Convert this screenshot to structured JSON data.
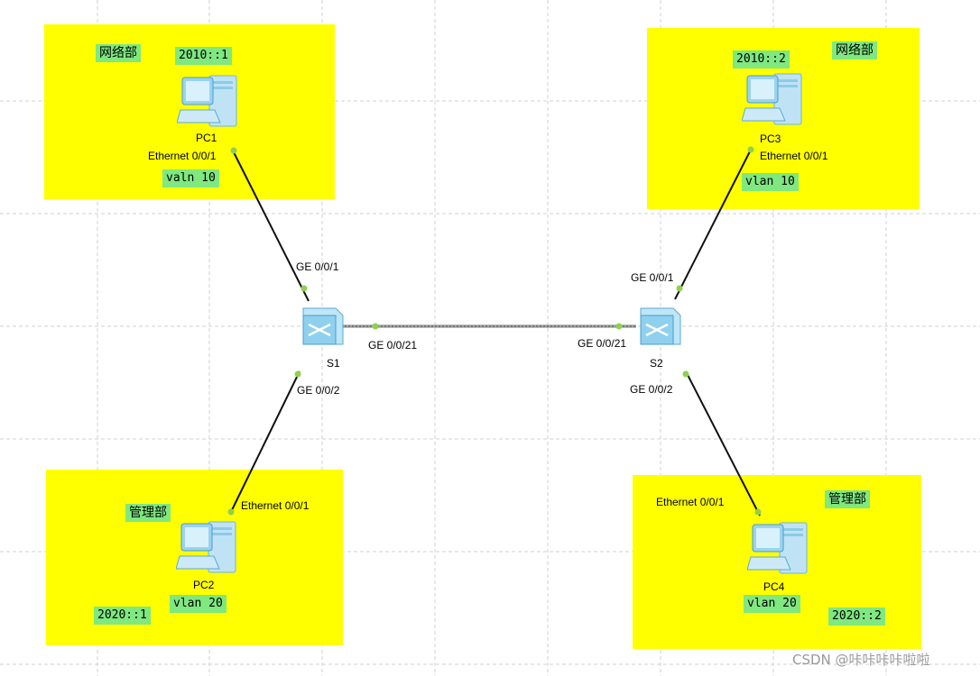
{
  "zones": {
    "top_left": {
      "dept": "网络部",
      "ip": "2010::1",
      "vlan": "valn 10"
    },
    "top_right": {
      "dept": "网络部",
      "ip": "2010::2",
      "vlan": "vlan 10"
    },
    "bottom_left": {
      "dept": "管理部",
      "ip": "2020::1",
      "vlan": "vlan 20"
    },
    "bottom_right": {
      "dept": "管理部",
      "ip": "2020::2",
      "vlan": "vlan 20"
    }
  },
  "devices": {
    "pc1": "PC1",
    "pc2": "PC2",
    "pc3": "PC3",
    "pc4": "PC4",
    "s1": "S1",
    "s2": "S2"
  },
  "ports": {
    "pc1_eth": "Ethernet 0/0/1",
    "pc2_eth": "Ethernet 0/0/1",
    "pc3_eth": "Ethernet 0/0/1",
    "pc4_eth": "Ethernet 0/0/1",
    "s1_ge1": "GE 0/0/1",
    "s1_ge2": "GE 0/0/2",
    "s1_ge21": "GE 0/0/21",
    "s2_ge1": "GE 0/0/1",
    "s2_ge2": "GE 0/0/2",
    "s2_ge21": "GE 0/0/21"
  },
  "colors": {
    "zone": "#ffff00",
    "tag": "#7fe87f",
    "link_dot": "#8fd14f",
    "grid": "#d0d0d0"
  },
  "watermark": "CSDN @咔咔咔咔啦啦"
}
